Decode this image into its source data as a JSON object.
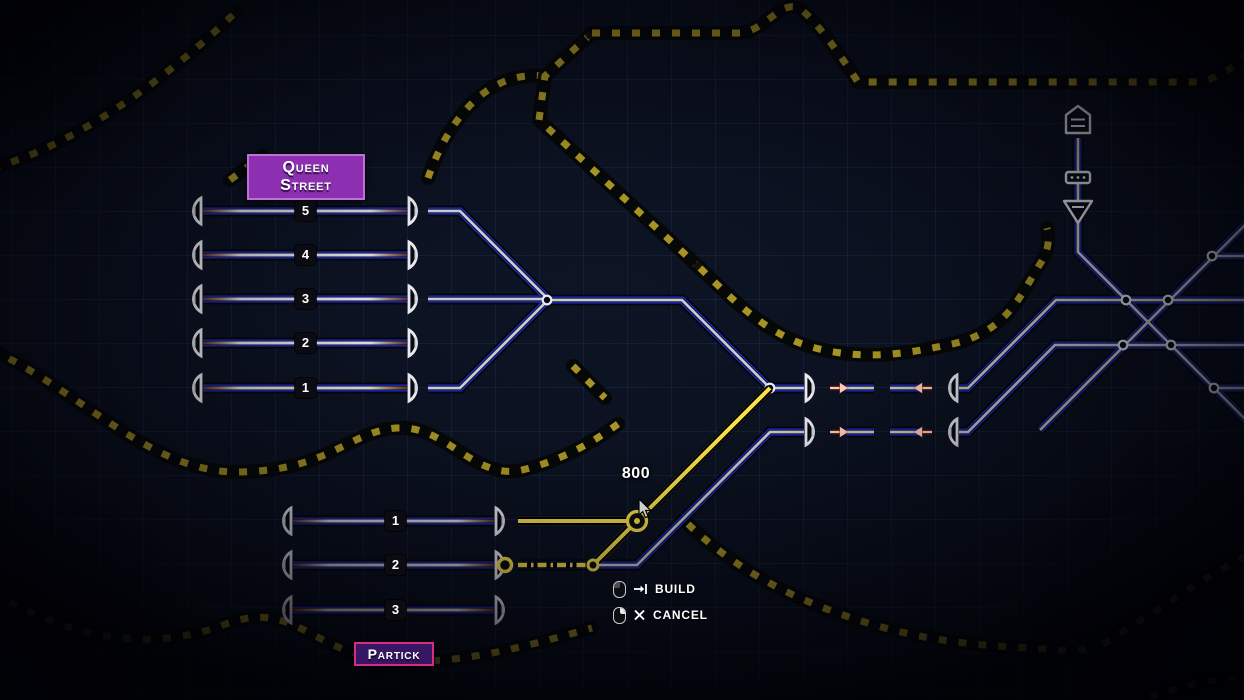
{
  "hud": {
    "stations": {
      "queen_street": {
        "name": "Queen Street",
        "platforms": [
          "5",
          "4",
          "3",
          "2",
          "1"
        ]
      },
      "partick": {
        "name": "Partick",
        "platforms": [
          "1",
          "2",
          "3"
        ]
      }
    },
    "build_preview": {
      "cost": "800"
    },
    "context_menu": {
      "build": {
        "label": "BUILD",
        "mouse_button": "left"
      },
      "cancel": {
        "label": "CANCEL",
        "mouse_button": "right"
      }
    }
  },
  "colors": {
    "track-blue": "#1d2fd6",
    "track-core": "#c9c9d3",
    "casing": "#04060c",
    "build-yellow": "#f7e14d",
    "tape-yellow": "#bfa929",
    "tape-black": "#070705",
    "qs-fill": "#8c2fb1",
    "qs-border": "#bd72d9",
    "pk-fill": "#371763",
    "pk-border": "#d92a86",
    "node-stroke": "#ecedf2",
    "arrow-red": "#ffd2c0",
    "arrow-glow": "#a83418",
    "text": "#ffffff"
  }
}
